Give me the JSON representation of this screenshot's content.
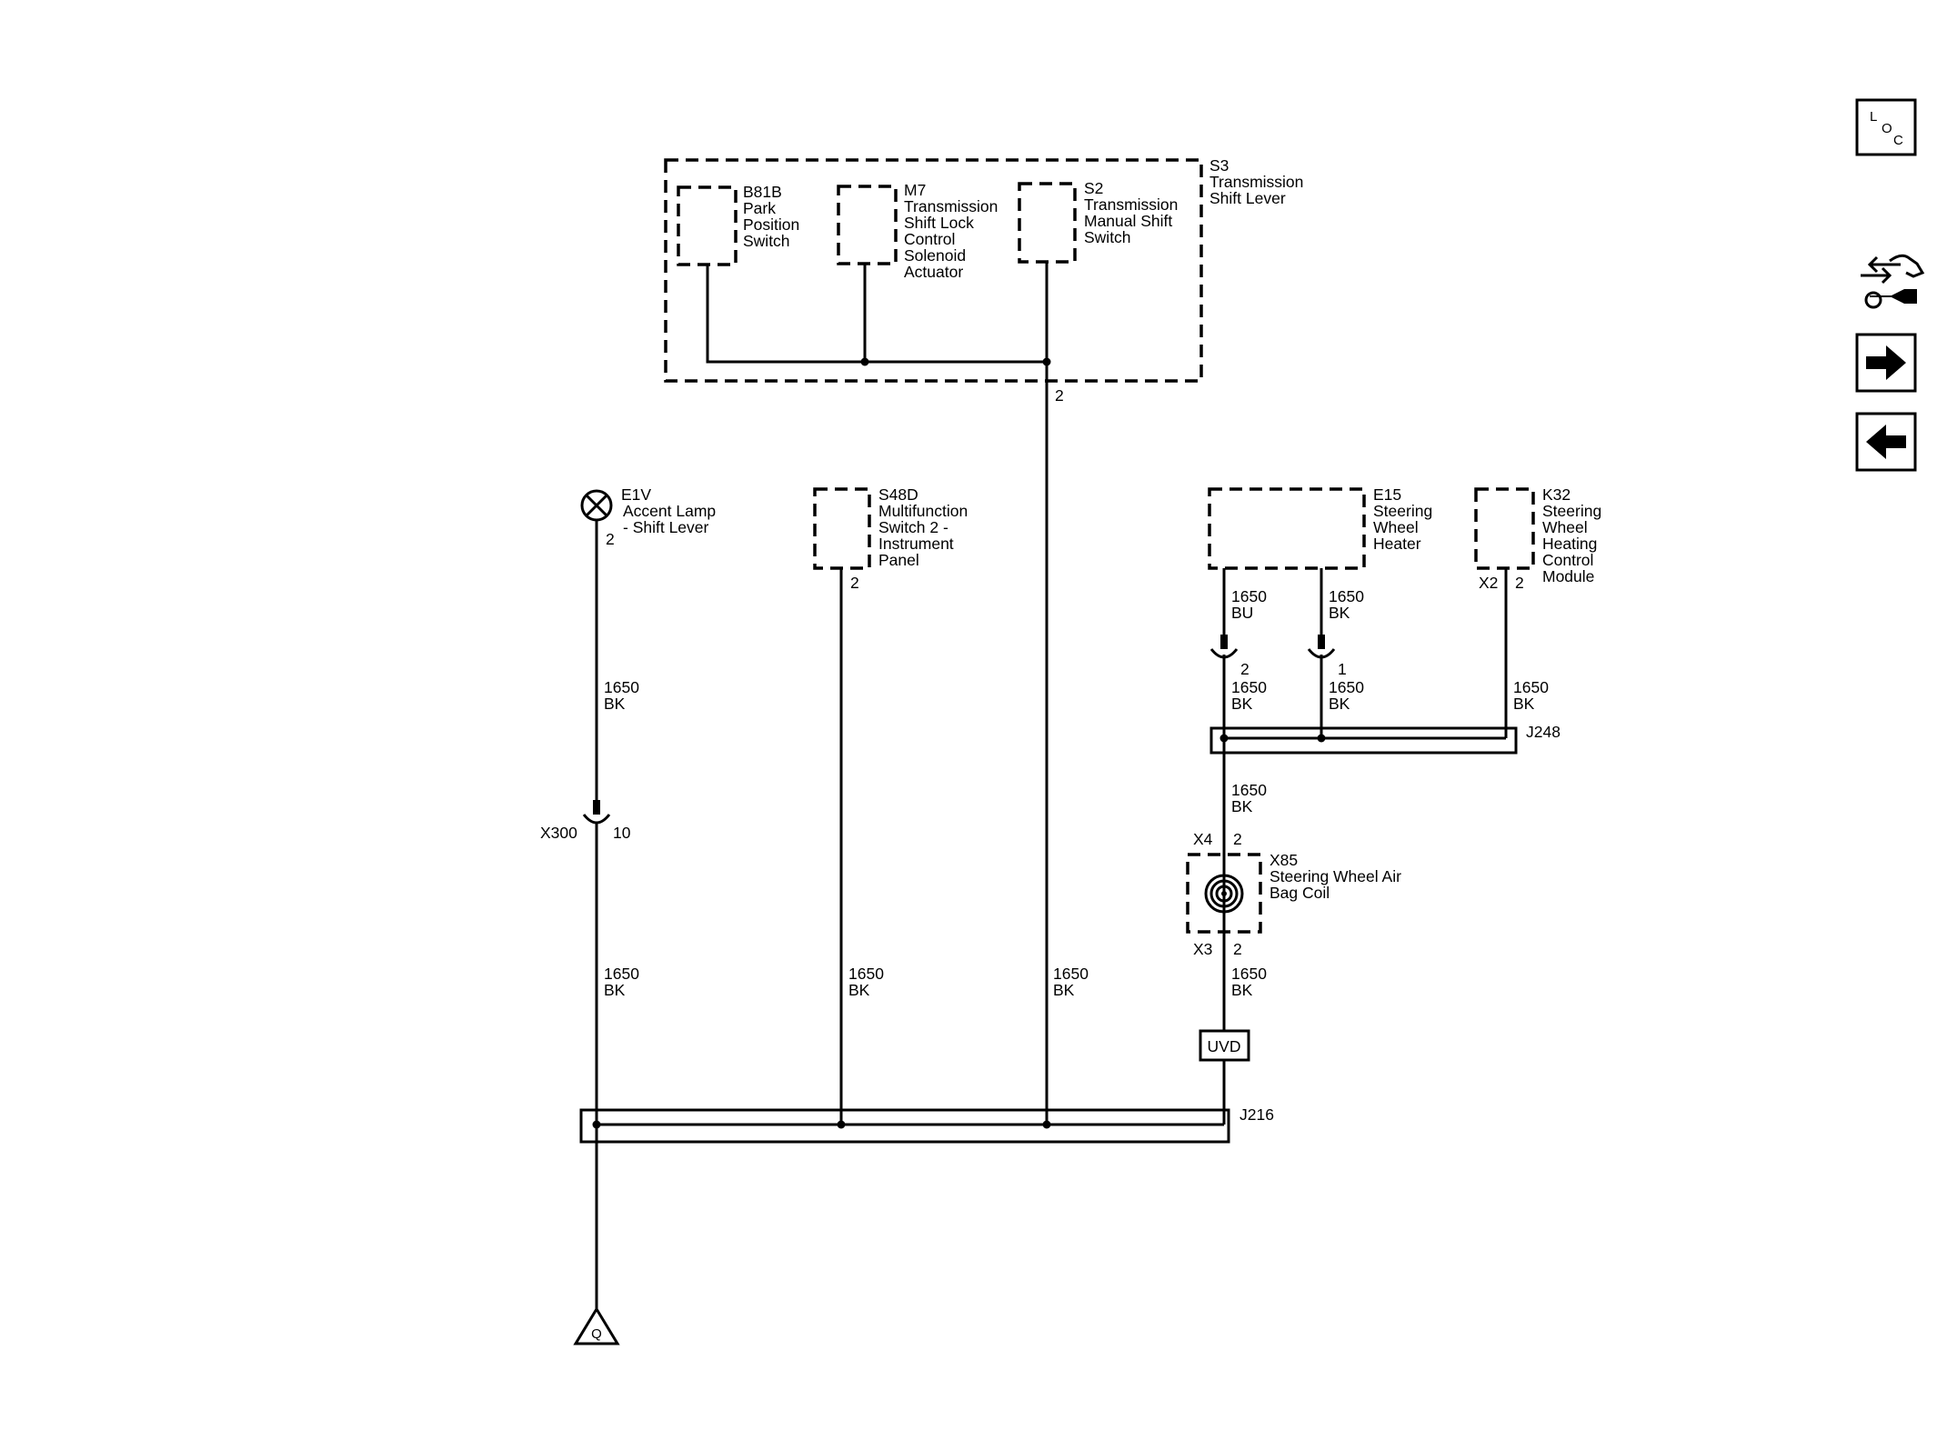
{
  "components": {
    "s3": {
      "ref": "S3",
      "lines": [
        "Transmission",
        "Shift Lever"
      ]
    },
    "b81b": {
      "ref": "B81B",
      "lines": [
        "Park",
        "Position",
        "Switch"
      ]
    },
    "m7": {
      "ref": "M7",
      "lines": [
        "Transmission",
        "Shift Lock",
        "Control",
        "Solenoid",
        "Actuator"
      ]
    },
    "s2": {
      "ref": "S2",
      "lines": [
        "Transmission",
        "Manual Shift",
        "Switch"
      ]
    },
    "e1v": {
      "ref": "E1V",
      "lines": [
        "Accent Lamp",
        "- Shift Lever"
      ]
    },
    "s48d": {
      "ref": "S48D",
      "lines": [
        "Multifunction",
        "Switch 2 -",
        "Instrument",
        "Panel"
      ]
    },
    "e15": {
      "ref": "E15",
      "lines": [
        "Steering",
        "Wheel",
        "Heater"
      ]
    },
    "k32": {
      "ref": "K32",
      "lines": [
        "Steering",
        "Wheel",
        "Heating",
        "Control",
        "Module"
      ]
    },
    "x85": {
      "ref": "X85",
      "lines": [
        "Steering Wheel Air",
        "Bag Coil"
      ]
    }
  },
  "pins": {
    "s2_pin": "2",
    "e1v_pin": "2",
    "s48d_pin": "2",
    "k32_conn": "X2",
    "k32_pin": "2",
    "e15_inline_a": "2",
    "e15_inline_b": "1",
    "x300_conn": "X300",
    "x300_pin": "10",
    "x85_top_conn": "X4",
    "x85_top_pin": "2",
    "x85_bot_conn": "X3",
    "x85_bot_pin": "2"
  },
  "wires": {
    "e1v_upper": [
      "1650",
      "BK"
    ],
    "e1v_lower": [
      "1650",
      "BK"
    ],
    "s48d": [
      "1650",
      "BK"
    ],
    "s2": [
      "1650",
      "BK"
    ],
    "e15_a_upper": [
      "1650",
      "BU"
    ],
    "e15_b_upper": [
      "1650",
      "BK"
    ],
    "e15_a_lower": [
      "1650",
      "BK"
    ],
    "e15_b_lower": [
      "1650",
      "BK"
    ],
    "k32": [
      "1650",
      "BK"
    ],
    "j248_out": [
      "1650",
      "BK"
    ],
    "x85_out": [
      "1650",
      "BK"
    ]
  },
  "splices": {
    "j216": "J216",
    "j248": "J248"
  },
  "boxes": {
    "uvd": "UVD"
  },
  "ground": {
    "label": "Q"
  },
  "nav": {
    "loc": {
      "l": "L",
      "o": "O",
      "c": "C"
    },
    "icons": [
      "connector-tool-icon",
      "next-arrow-icon",
      "back-arrow-icon"
    ]
  }
}
